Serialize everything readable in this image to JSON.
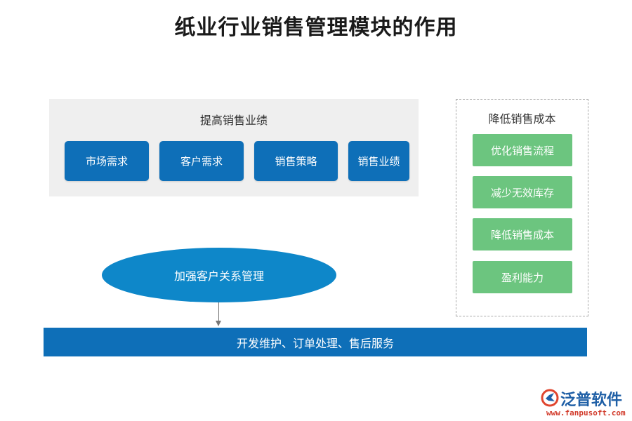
{
  "title": "纸业行业销售管理模块的作用",
  "left_panel": {
    "title": "提高销售业绩",
    "items": [
      "市场需求",
      "客户需求",
      "销售策略",
      "销售业绩"
    ]
  },
  "right_panel": {
    "title": "降低销售成本",
    "items": [
      "优化销售流程",
      "减少无效库存",
      "降低销售成本",
      "盈利能力"
    ]
  },
  "ellipse": {
    "label": "加强客户关系管理"
  },
  "bottom_bar": {
    "label": "开发维护、订单处理、售后服务"
  },
  "logo": {
    "name": "泛普软件",
    "url": "www.fanpusoft.com"
  },
  "colors": {
    "blue": "#0e6fb8",
    "green": "#6cc57f",
    "ellipse": "#0e87c9",
    "panel_bg": "#efefef"
  }
}
